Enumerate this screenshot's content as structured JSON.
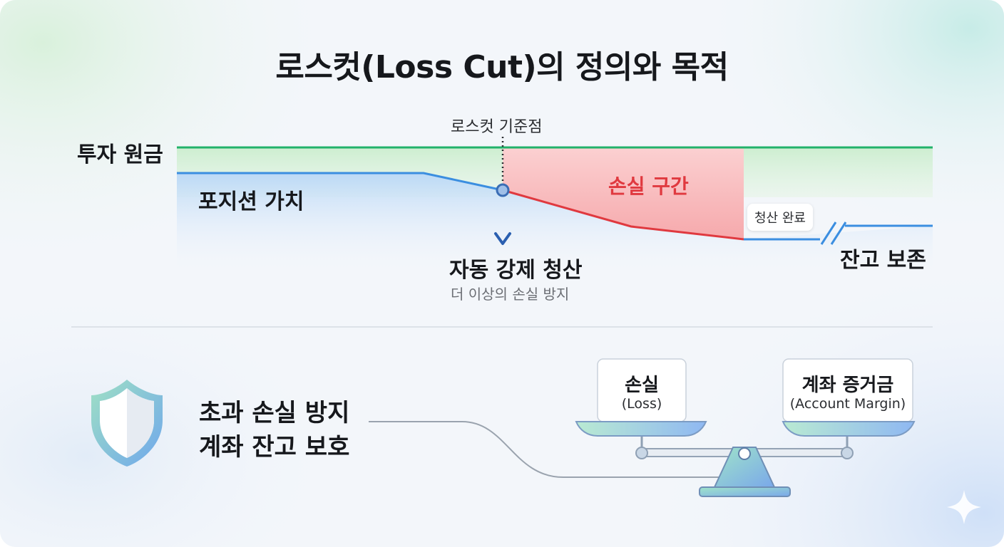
{
  "title": "로스컷(Loss Cut)의 정의와 목적",
  "chart": {
    "principal_label": "투자 원금",
    "position_label": "포지션 가치",
    "cutpoint_label": "로스컷 기준점",
    "loss_zone_label": "손실 구간",
    "settled_label": "청산 완료",
    "balance_label": "잔고 보존",
    "forced_label": "자동 강제 청산",
    "forced_sub_label": "더 이상의 손실 방지"
  },
  "purpose": {
    "line1": "초과 손실 방지",
    "line2": "계좌 잔고 보호"
  },
  "scale": {
    "left_title": "손실",
    "left_sub": "(Loss)",
    "right_title": "계좌 증거금",
    "right_sub": "(Account Margin)"
  },
  "colors": {
    "principal_line": "#22b26a",
    "position_line": "#3b8ee0",
    "loss_line": "#e0393f",
    "loss_fill": "#f7b2b4",
    "arrow": "#2a5fb0"
  },
  "icons": [
    "shield-icon",
    "sparkle-icon",
    "down-arrow-icon",
    "balance-scale-icon"
  ]
}
